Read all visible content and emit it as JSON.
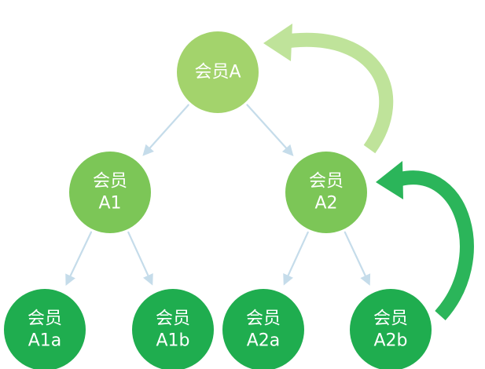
{
  "diagram": {
    "nodes": [
      {
        "id": "A",
        "lines": [
          "会员A"
        ],
        "color": "#a3d36c"
      },
      {
        "id": "A1",
        "lines": [
          "会员",
          "A1"
        ],
        "color": "#7cc657"
      },
      {
        "id": "A2",
        "lines": [
          "会员",
          "A2"
        ],
        "color": "#7cc657"
      },
      {
        "id": "A1a",
        "lines": [
          "会员",
          "A1a"
        ],
        "color": "#1fad4f"
      },
      {
        "id": "A1b",
        "lines": [
          "会员",
          "A1b"
        ],
        "color": "#1fad4f"
      },
      {
        "id": "A2a",
        "lines": [
          "会员",
          "A2a"
        ],
        "color": "#1fad4f"
      },
      {
        "id": "A2b",
        "lines": [
          "会员",
          "A2b"
        ],
        "color": "#1fad4f"
      }
    ],
    "edges": [
      {
        "from": "A",
        "to": "A1"
      },
      {
        "from": "A",
        "to": "A2"
      },
      {
        "from": "A1",
        "to": "A1a"
      },
      {
        "from": "A1",
        "to": "A1b"
      },
      {
        "from": "A2",
        "to": "A2a"
      },
      {
        "from": "A2",
        "to": "A2b"
      }
    ],
    "return_arrows": [
      {
        "from": "A2",
        "to": "A",
        "color": "#bfe39a"
      },
      {
        "from": "A2b",
        "to": "A2",
        "color": "#2bb55a"
      }
    ],
    "edge_color": "#c5dcea"
  }
}
